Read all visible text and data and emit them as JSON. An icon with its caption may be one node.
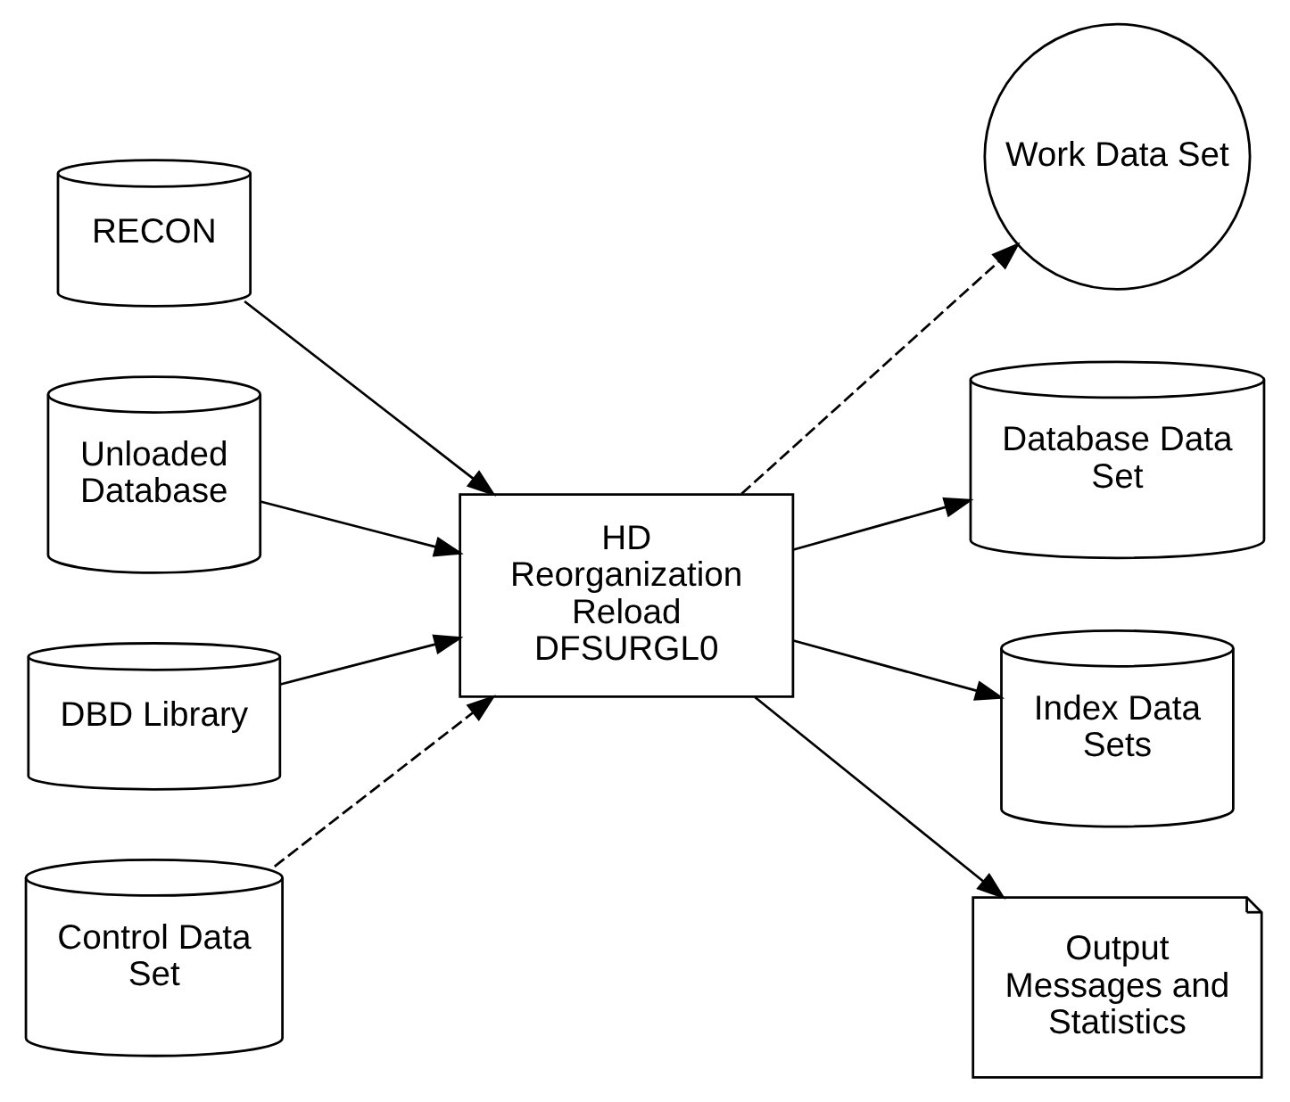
{
  "diagram": {
    "nodes": [
      {
        "text": [
          "RECON"
        ]
      },
      {
        "text": [
          "Unloaded Database"
        ]
      },
      {
        "text": [
          "Work Data Set"
        ]
      },
      {
        "text": [
          "DBD Library"
        ]
      },
      {
        "text": [
          "HD Reorganization Reload DFSURGL0"
        ]
      },
      {
        "text": [
          "Database Data Set"
        ]
      },
      {
        "text": [
          "Control Data Set"
        ]
      },
      {
        "text": [
          "Index Data Sets"
        ]
      },
      {
        "text": [
          "Output Messages and Statistics"
        ]
      }
    ],
    "edges": [
      {
        "from": 0,
        "to": 4,
        "arrow": "to"
      },
      {
        "from": 1,
        "to": 4,
        "arrow": "to"
      },
      {
        "from": 4,
        "to": 2,
        "arrow": "to",
        "style": "dashed"
      },
      {
        "from": 3,
        "to": 4,
        "arrow": "to"
      },
      {
        "from": 4,
        "to": 5,
        "arrow": "to"
      },
      {
        "from": 6,
        "to": 4,
        "arrow": "to",
        "style": "dashed"
      },
      {
        "from": 4,
        "to": 7,
        "arrow": "to"
      },
      {
        "from": 4,
        "to": 8,
        "arrow": "to"
      }
    ]
  }
}
